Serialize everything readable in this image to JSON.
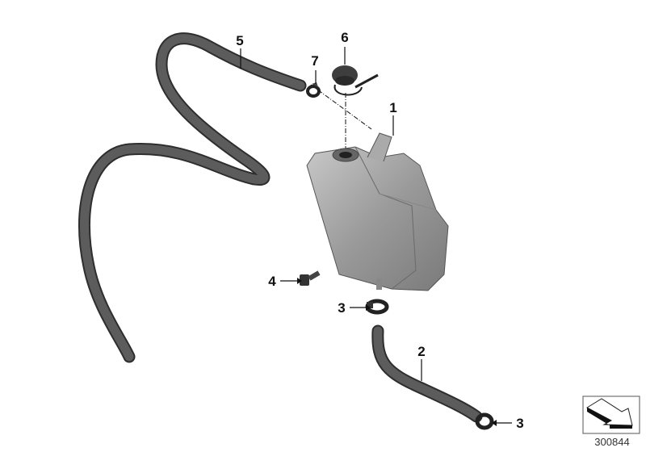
{
  "diagram": {
    "callouts": [
      {
        "id": "1",
        "part": "expansion-tank"
      },
      {
        "id": "2",
        "part": "hose-lower"
      },
      {
        "id": "3",
        "part": "hose-clamp-upper"
      },
      {
        "id": "3",
        "part": "hose-clamp-lower"
      },
      {
        "id": "4",
        "part": "screw"
      },
      {
        "id": "5",
        "part": "overflow-hose"
      },
      {
        "id": "6",
        "part": "filler-cap"
      },
      {
        "id": "7",
        "part": "hose-clamp-small"
      }
    ],
    "diagram_number": "300844",
    "colors": {
      "hose": "#4a4a4a",
      "tank": "#9a9a9a",
      "label": "#111111"
    }
  }
}
